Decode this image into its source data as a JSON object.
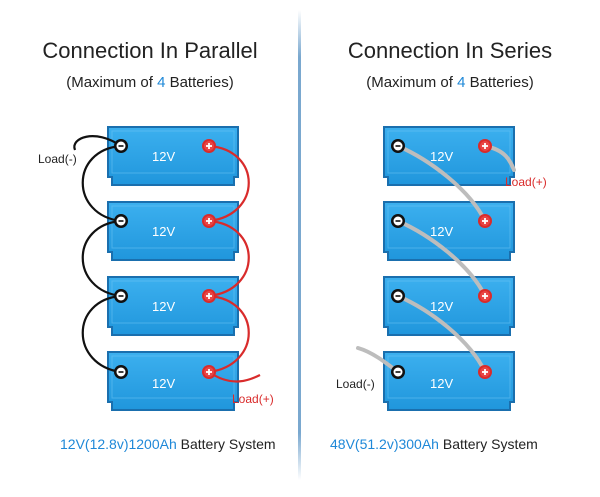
{
  "parallel": {
    "title": "Connection In Parallel",
    "subtitle_pre": "(Maximum of ",
    "subtitle_num": "4",
    "subtitle_post": " Batteries)",
    "battery_label": "12V",
    "load_neg": "Load(-)",
    "load_pos": "Load(+)",
    "footer_spec": "12V(12.8v)1200Ah",
    "footer_text": " Battery System"
  },
  "series": {
    "title": "Connection In Series",
    "subtitle_pre": "(Maximum of ",
    "subtitle_num": "4",
    "subtitle_post": " Batteries)",
    "battery_label": "12V",
    "load_neg": "Load(-)",
    "load_pos": "Load(+)",
    "footer_spec": "48V(51.2v)300Ah",
    "footer_text": " Battery System"
  },
  "colors": {
    "battery_blue": "#2ba3e6",
    "battery_border": "#1a6fae",
    "positive_red": "#d92b2b",
    "negative_black": "#111111",
    "series_wire": "#b8b8b8",
    "accent_blue": "#1e88d8",
    "load_pos_text": "#d92b2b"
  }
}
